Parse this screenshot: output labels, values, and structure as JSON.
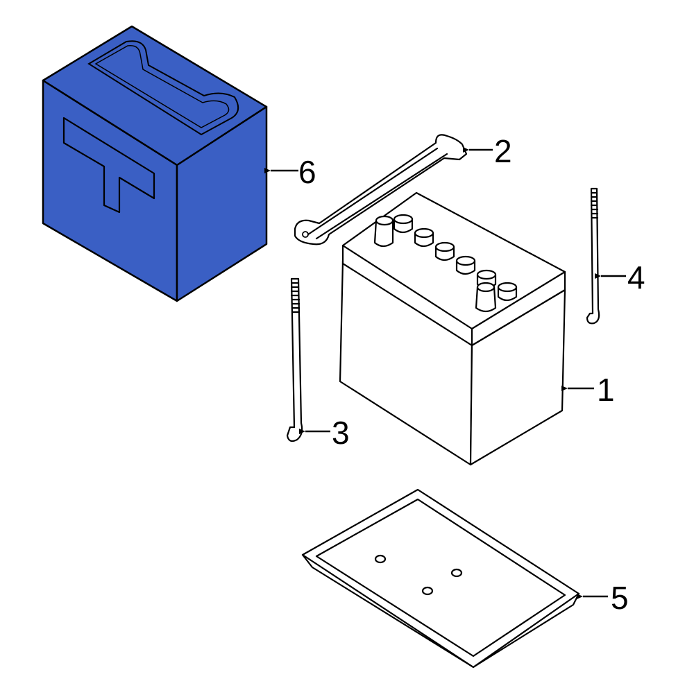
{
  "colors": {
    "highlight": "#3a5fc4",
    "line": "#000000",
    "background": "#ffffff"
  },
  "callouts": {
    "battery": "1",
    "hold_down_clamp": "2",
    "rod_left": "3",
    "rod_right": "4",
    "tray": "5",
    "insulator_cover": "6"
  }
}
